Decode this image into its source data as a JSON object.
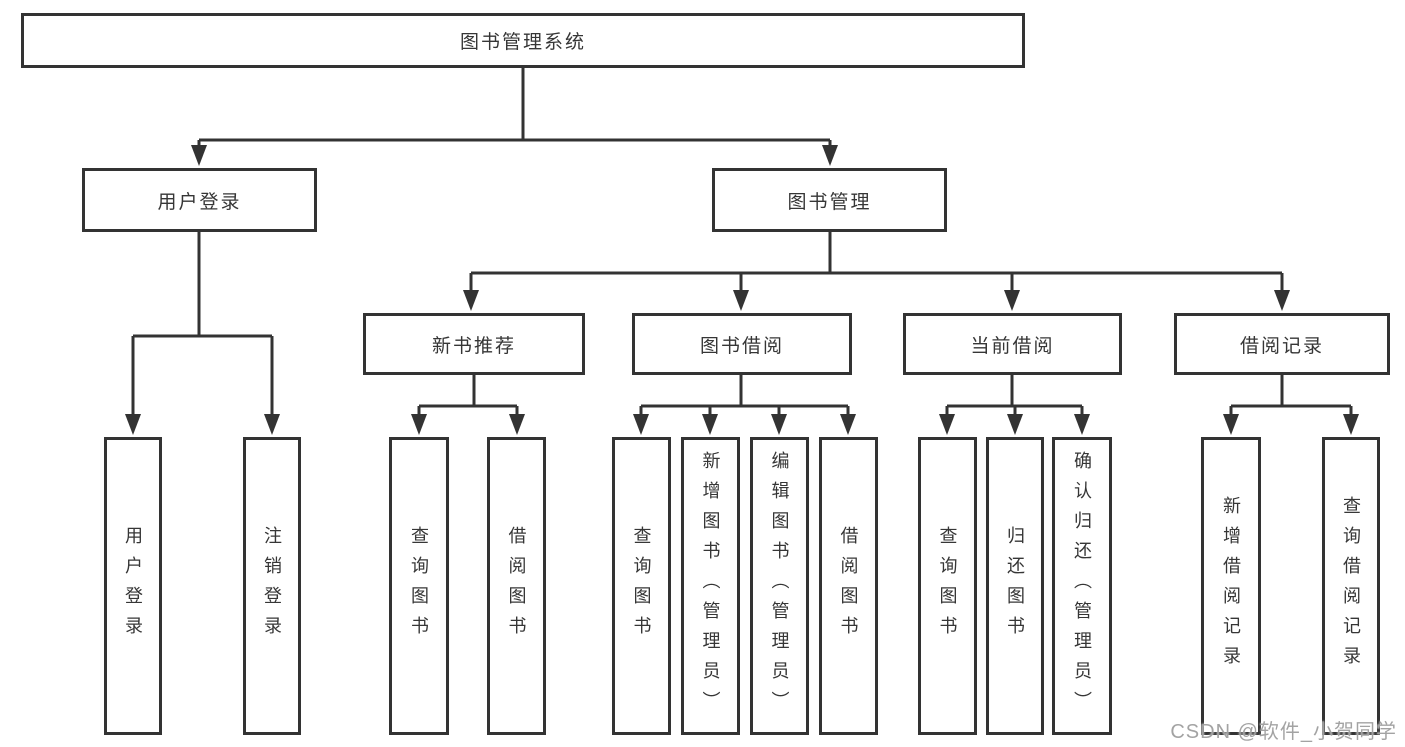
{
  "diagram": {
    "root": "图书管理系统",
    "children": [
      {
        "label": "用户登录",
        "children": [
          "用户登录",
          "注销登录"
        ]
      },
      {
        "label": "图书管理",
        "children": [
          {
            "label": "新书推荐",
            "children": [
              "查询图书",
              "借阅图书"
            ]
          },
          {
            "label": "图书借阅",
            "children": [
              "查询图书",
              "新增图书（管理员）",
              "编辑图书（管理员）",
              "借阅图书"
            ]
          },
          {
            "label": "当前借阅",
            "children": [
              "查询图书",
              "归还图书",
              "确认归还（管理员）"
            ]
          },
          {
            "label": "借阅记录",
            "children": [
              "新增借阅记录",
              "查询借阅记录"
            ]
          }
        ]
      }
    ]
  },
  "watermark": "CSDN @软件_小贺同学",
  "colors": {
    "line": "#333333",
    "text": "#363636",
    "watermark": "#9e9e9e",
    "background": "#ffffff"
  }
}
